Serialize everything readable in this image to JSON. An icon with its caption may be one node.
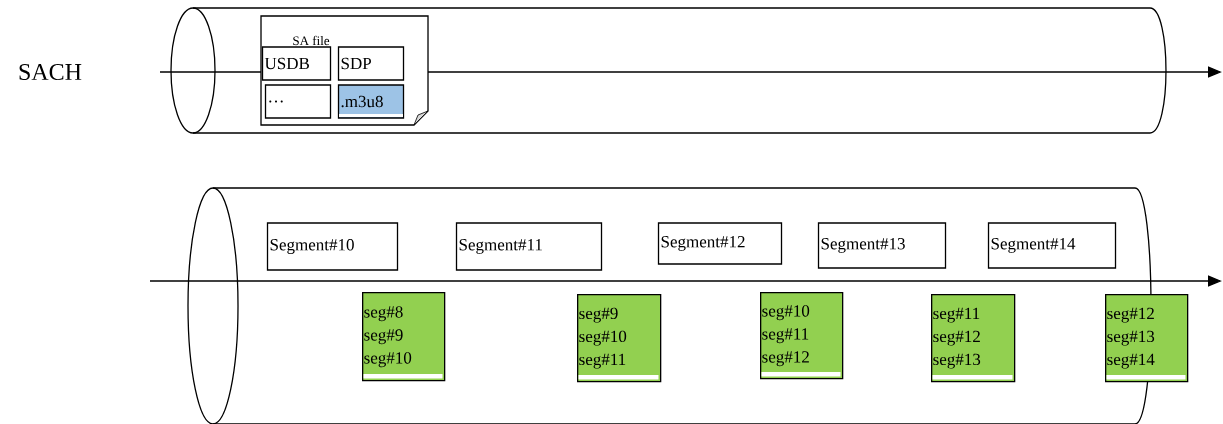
{
  "diagram": {
    "nodes": [
      {
        "text": [],
        "shape": "cylinder"
      },
      {
        "text": [
          "SA file"
        ],
        "in": 0
      },
      {
        "text": [
          "USDB"
        ],
        "in": 1
      },
      {
        "text": [
          "SDP"
        ],
        "in": 1
      },
      {
        "text": [
          "…"
        ],
        "in": 1
      },
      {
        "text": [
          ".m3u8"
        ],
        "in": 1
      },
      {
        "text": [],
        "shape": "cylinder"
      },
      {
        "text": [
          "Segment#10"
        ],
        "in": 6
      },
      {
        "text": [
          "Segment#11"
        ],
        "in": 6
      },
      {
        "text": [
          "Segment#12"
        ],
        "in": 6
      },
      {
        "text": [
          "Segment#13"
        ],
        "in": 6
      },
      {
        "text": [
          "Segment#14"
        ],
        "in": 6
      },
      {
        "text": [
          "seg#8",
          "seg#9",
          "seg#10"
        ],
        "in": 6
      },
      {
        "text": [
          "seg#9",
          "seg#10",
          "seg#11"
        ],
        "in": 6
      },
      {
        "text": [
          "seg#10",
          "seg#11",
          "seg#12"
        ],
        "in": 6
      },
      {
        "text": [
          "seg#11",
          "seg#12",
          "seg#13"
        ],
        "in": 6
      },
      {
        "text": [
          "seg#12",
          "seg#13",
          "seg#14"
        ]
      }
    ],
    "labels": [
      "SACH"
    ]
  }
}
